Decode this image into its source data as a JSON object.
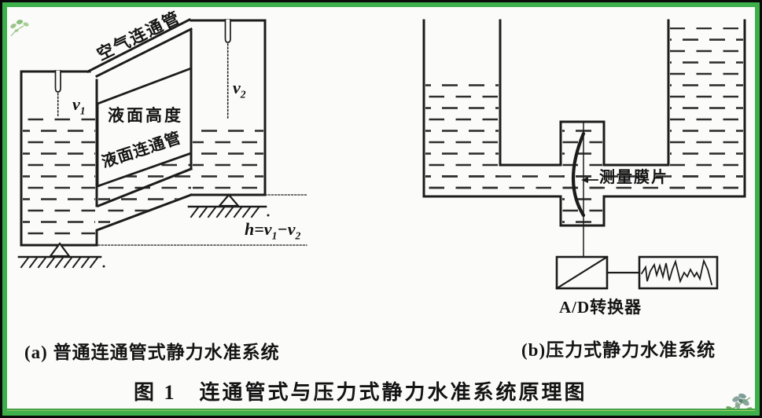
{
  "figure": {
    "caption": "图 1　连通管式与压力式静力水准系统原理图"
  },
  "diagram_a": {
    "caption": "(a) 普通连通管式静力水准系统",
    "labels": {
      "air_pipe": "空气连通管",
      "liquid_level": "液面高度",
      "liquid_pipe": "液面连通管",
      "sensor1_base": "v",
      "sensor1_sub": "1",
      "sensor2_base": "v",
      "sensor2_sub": "2",
      "formula_h": "h",
      "formula_eq": "=",
      "formula_v1_base": "v",
      "formula_v1_sub": "1",
      "formula_minus": "−",
      "formula_v2_base": "v",
      "formula_v2_sub": "2"
    }
  },
  "diagram_b": {
    "caption": "(b)压力式静力水准系统",
    "labels": {
      "diaphragm": "测量膜片",
      "adc": "A/D转换器"
    }
  },
  "colors": {
    "ink": "#1c1c1c",
    "liquid_dash": "#2e2e2e",
    "paper": "#fbfbfa",
    "frame_black": "#0a0a0a",
    "frame_green": "#3db04c",
    "frame_green_light": "#a9d162"
  }
}
